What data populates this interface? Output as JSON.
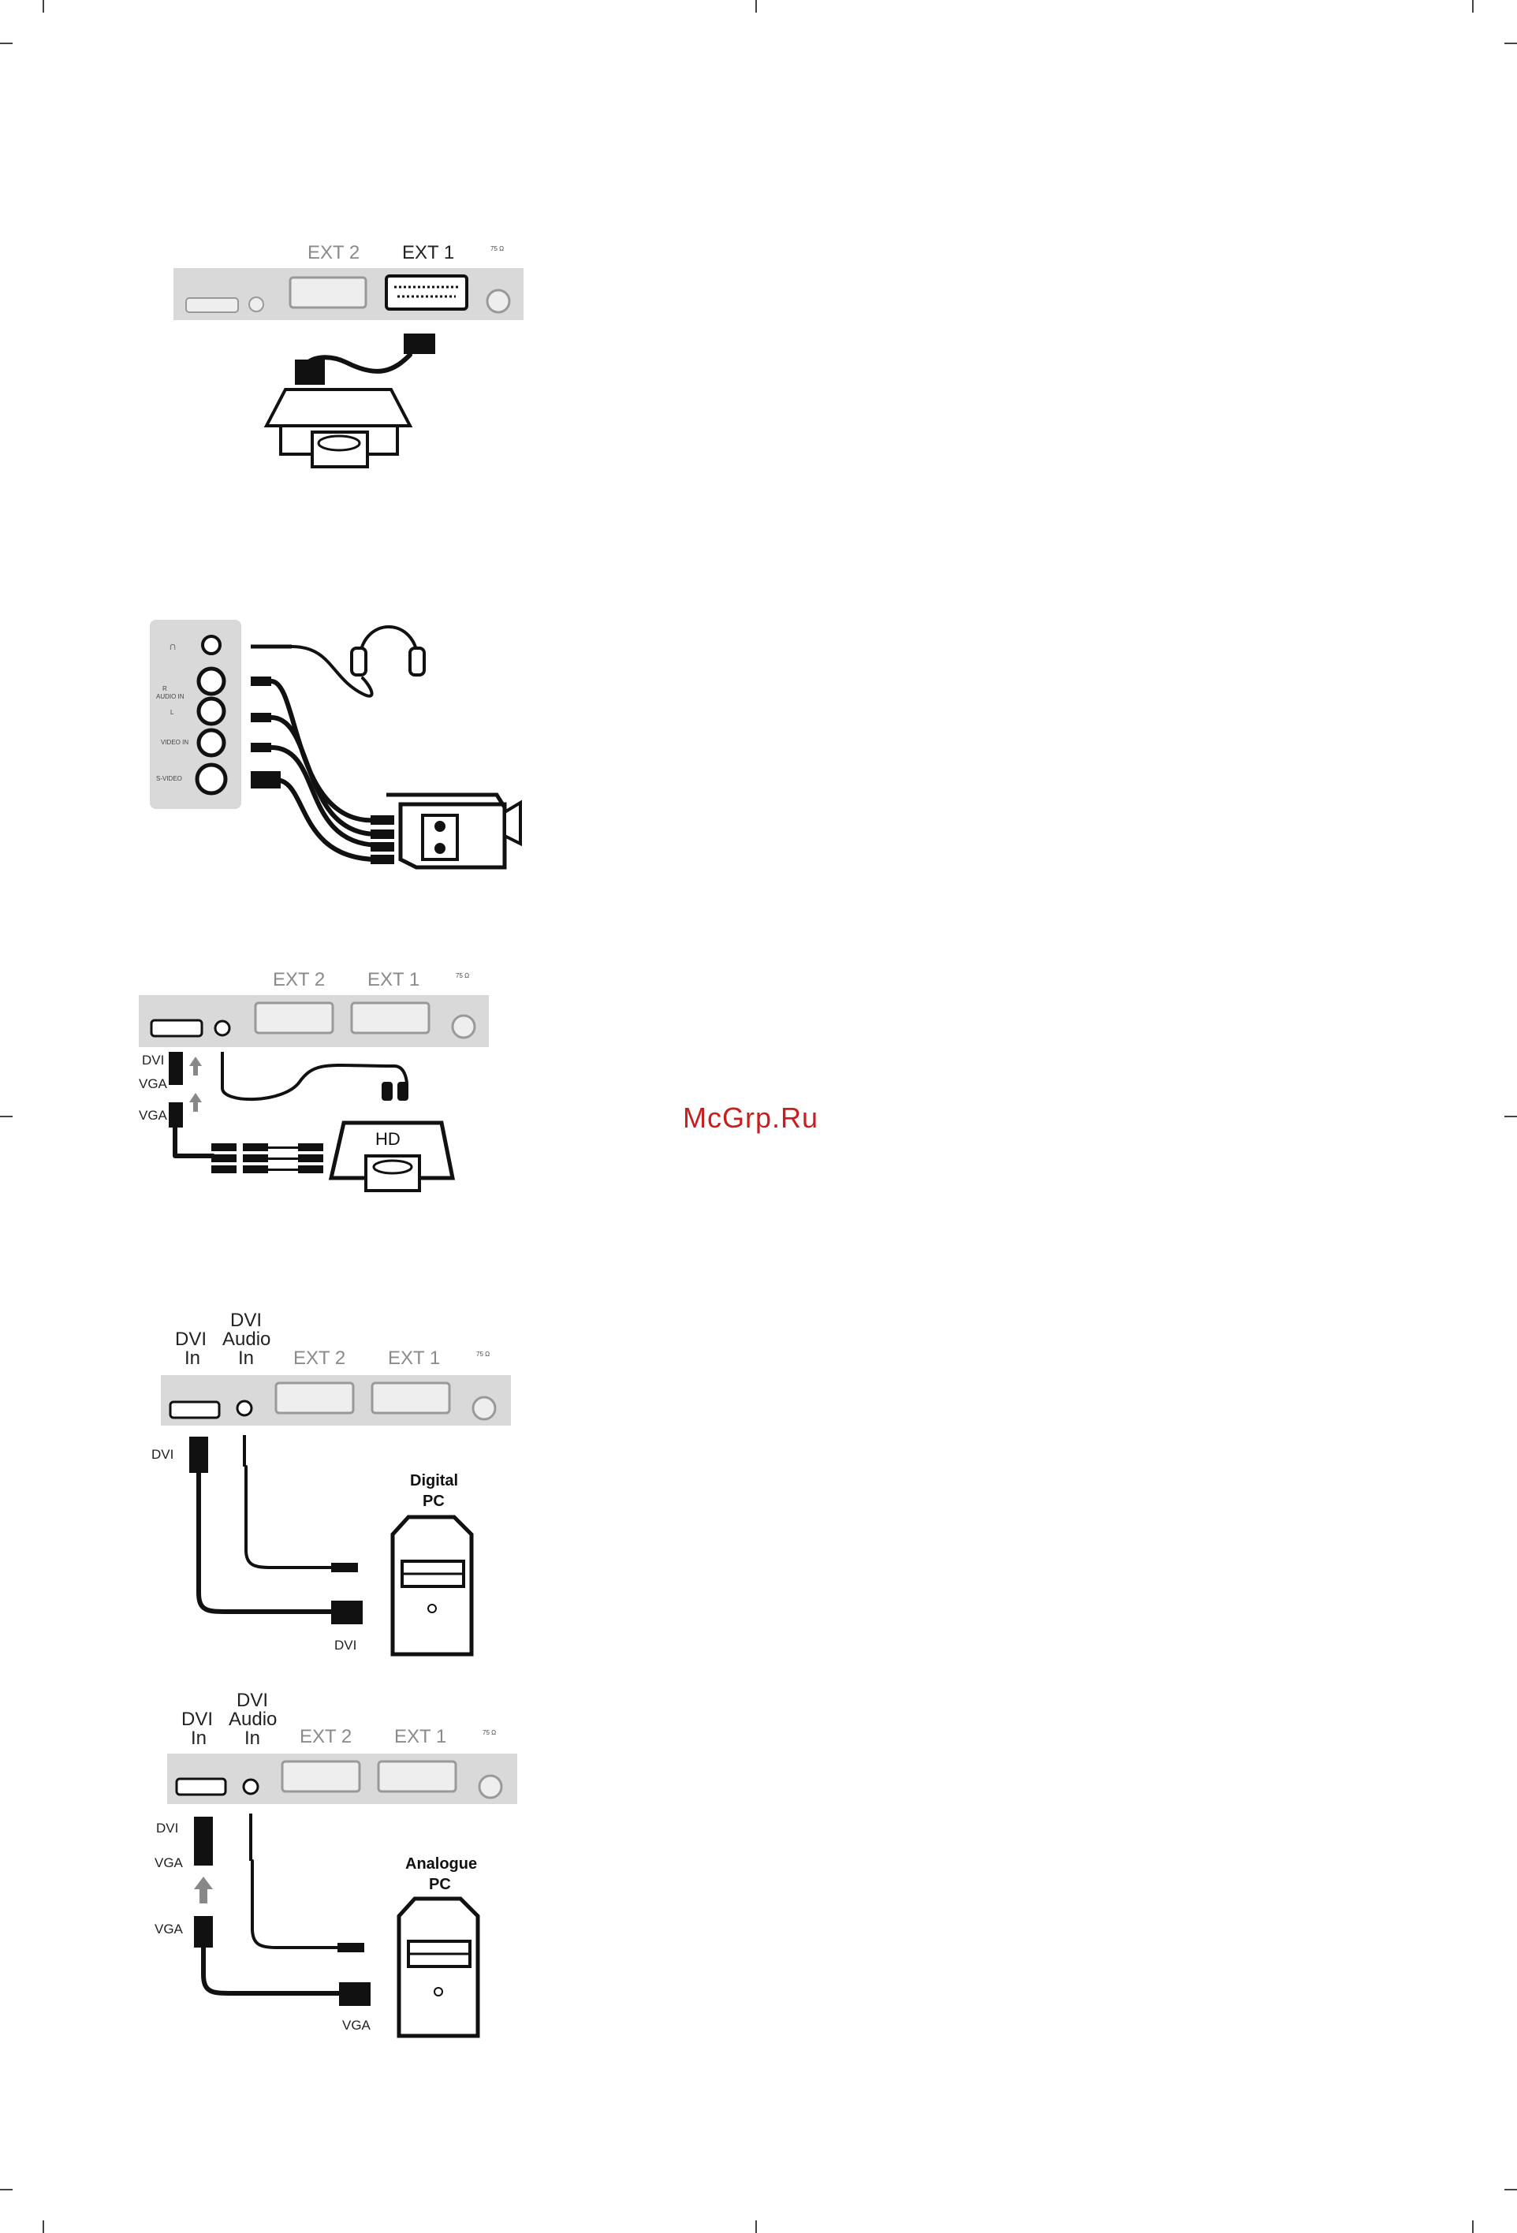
{
  "watermark": "McGrp.Ru",
  "panel1": {
    "ext2": "EXT 2",
    "ext1": "EXT 1",
    "ohm": "75 Ω"
  },
  "panel2": {
    "audio_in": "AUDIO IN",
    "r": "R",
    "l": "L",
    "video_in": "VIDEO IN",
    "svideo": "S-VIDEO"
  },
  "panel3": {
    "ext2": "EXT 2",
    "ext1": "EXT 1",
    "ohm": "75 Ω",
    "dvi": "DVI",
    "vga1": "VGA",
    "vga2": "VGA",
    "hd": "HD"
  },
  "panel4": {
    "dvi_in_1": "DVI",
    "dvi_in_2": "In",
    "dvi_audio_1": "DVI",
    "dvi_audio_2": "Audio",
    "dvi_audio_3": "In",
    "ext2": "EXT 2",
    "ext1": "EXT 1",
    "ohm": "75 Ω",
    "dvi_left": "DVI",
    "dvi_bottom": "DVI",
    "pc_1": "Digital",
    "pc_2": "PC"
  },
  "panel5": {
    "dvi_in_1": "DVI",
    "dvi_in_2": "In",
    "dvi_audio_1": "DVI",
    "dvi_audio_2": "Audio",
    "dvi_audio_3": "In",
    "ext2": "EXT 2",
    "ext1": "EXT 1",
    "ohm": "75 Ω",
    "dvi_left": "DVI",
    "vga_left1": "VGA",
    "vga_left2": "VGA",
    "vga_bottom": "VGA",
    "pc_1": "Analogue",
    "pc_2": "PC"
  }
}
